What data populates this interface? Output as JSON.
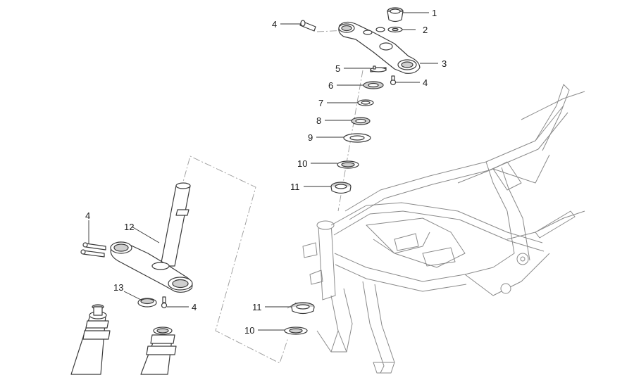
{
  "callouts": [
    {
      "id": "c1",
      "label": "1"
    },
    {
      "id": "c2",
      "label": "2"
    },
    {
      "id": "c3",
      "label": "3"
    },
    {
      "id": "c4a",
      "label": "4"
    },
    {
      "id": "c4b",
      "label": "4"
    },
    {
      "id": "c5",
      "label": "5"
    },
    {
      "id": "c6",
      "label": "6"
    },
    {
      "id": "c7",
      "label": "7"
    },
    {
      "id": "c8",
      "label": "8"
    },
    {
      "id": "c9",
      "label": "9"
    },
    {
      "id": "c10a",
      "label": "10"
    },
    {
      "id": "c11a",
      "label": "11"
    },
    {
      "id": "c12",
      "label": "12"
    },
    {
      "id": "c4c",
      "label": "4"
    },
    {
      "id": "c13",
      "label": "13"
    },
    {
      "id": "c4d",
      "label": "4"
    },
    {
      "id": "c11b",
      "label": "11"
    },
    {
      "id": "c10b",
      "label": "10"
    }
  ]
}
